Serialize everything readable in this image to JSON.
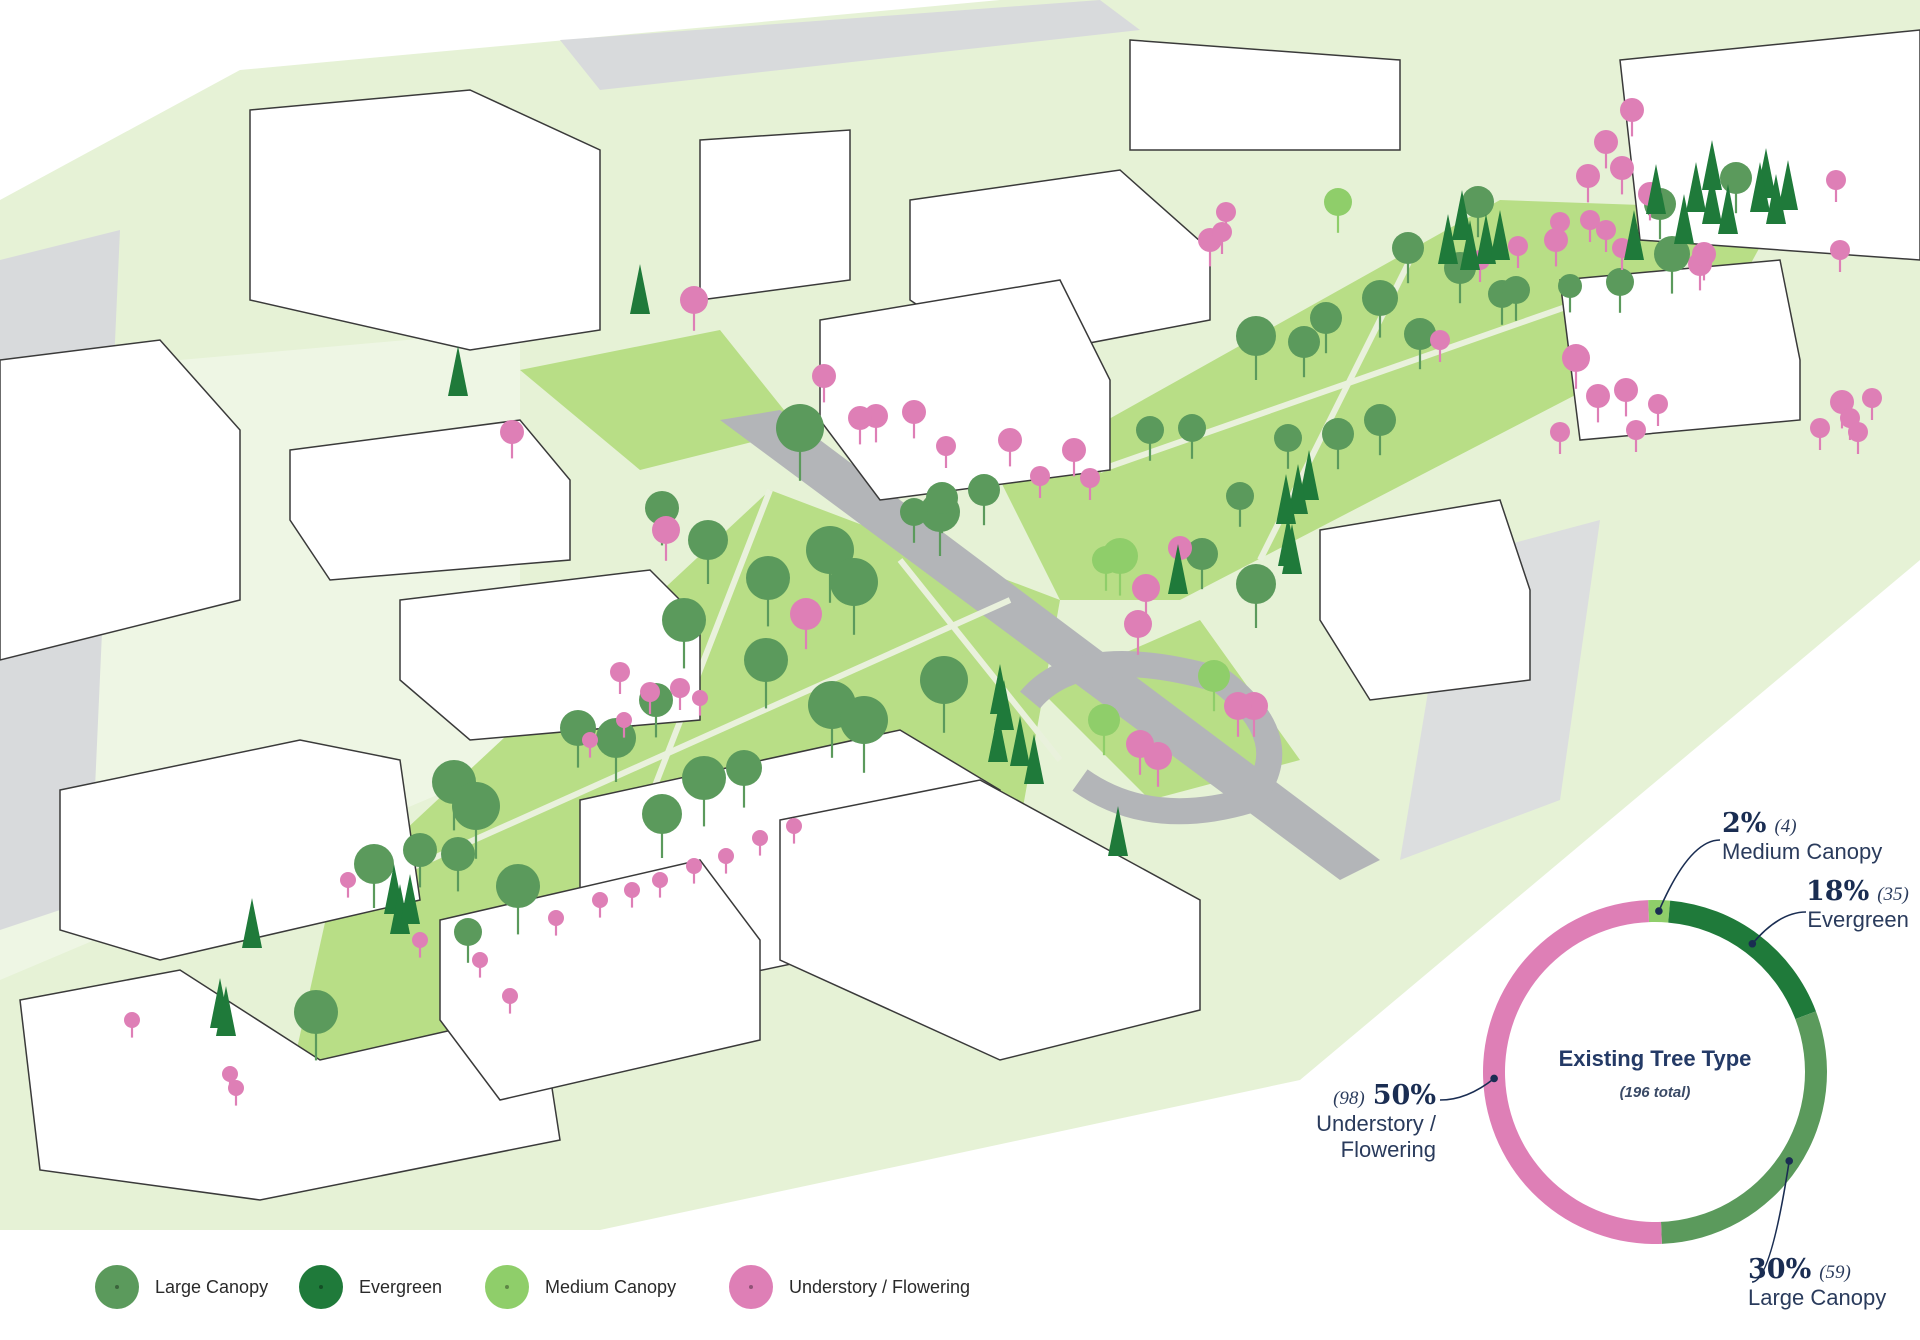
{
  "legend": [
    {
      "label": "Large Canopy",
      "color": "#5b9a5c",
      "icon": "large-canopy-swatch"
    },
    {
      "label": "Evergreen",
      "color": "#1f7a3a",
      "icon": "evergreen-swatch"
    },
    {
      "label": "Medium Canopy",
      "color": "#8fce6a",
      "icon": "medium-canopy-swatch"
    },
    {
      "label": "Understory / Flowering",
      "color": "#de7fb6",
      "icon": "understory-swatch"
    }
  ],
  "colors": {
    "lawn": "#b8de86",
    "lawn_light": "#dff0c8",
    "path": "#c9cacc",
    "building": "#ffffff",
    "outline": "#333333"
  },
  "chart_data": {
    "type": "pie",
    "title": "Existing Tree Type",
    "subtitle": "(196 total)",
    "categories": [
      "Medium Canopy",
      "Evergreen",
      "Large Canopy",
      "Understory / Flowering"
    ],
    "values": [
      4,
      35,
      59,
      98
    ],
    "percent_labels": [
      "2%",
      "18%",
      "30%",
      "50%"
    ],
    "count_labels": [
      "(4)",
      "(35)",
      "(59)",
      "(98)"
    ],
    "label_lines": [
      [
        "Medium Canopy"
      ],
      [
        "Evergreen"
      ],
      [
        "Large Canopy"
      ],
      [
        "Understory /",
        "Flowering"
      ]
    ],
    "colors": [
      "#8fce6a",
      "#1f7a3a",
      "#5b9a5c",
      "#de7fb6"
    ],
    "style": "donut"
  }
}
